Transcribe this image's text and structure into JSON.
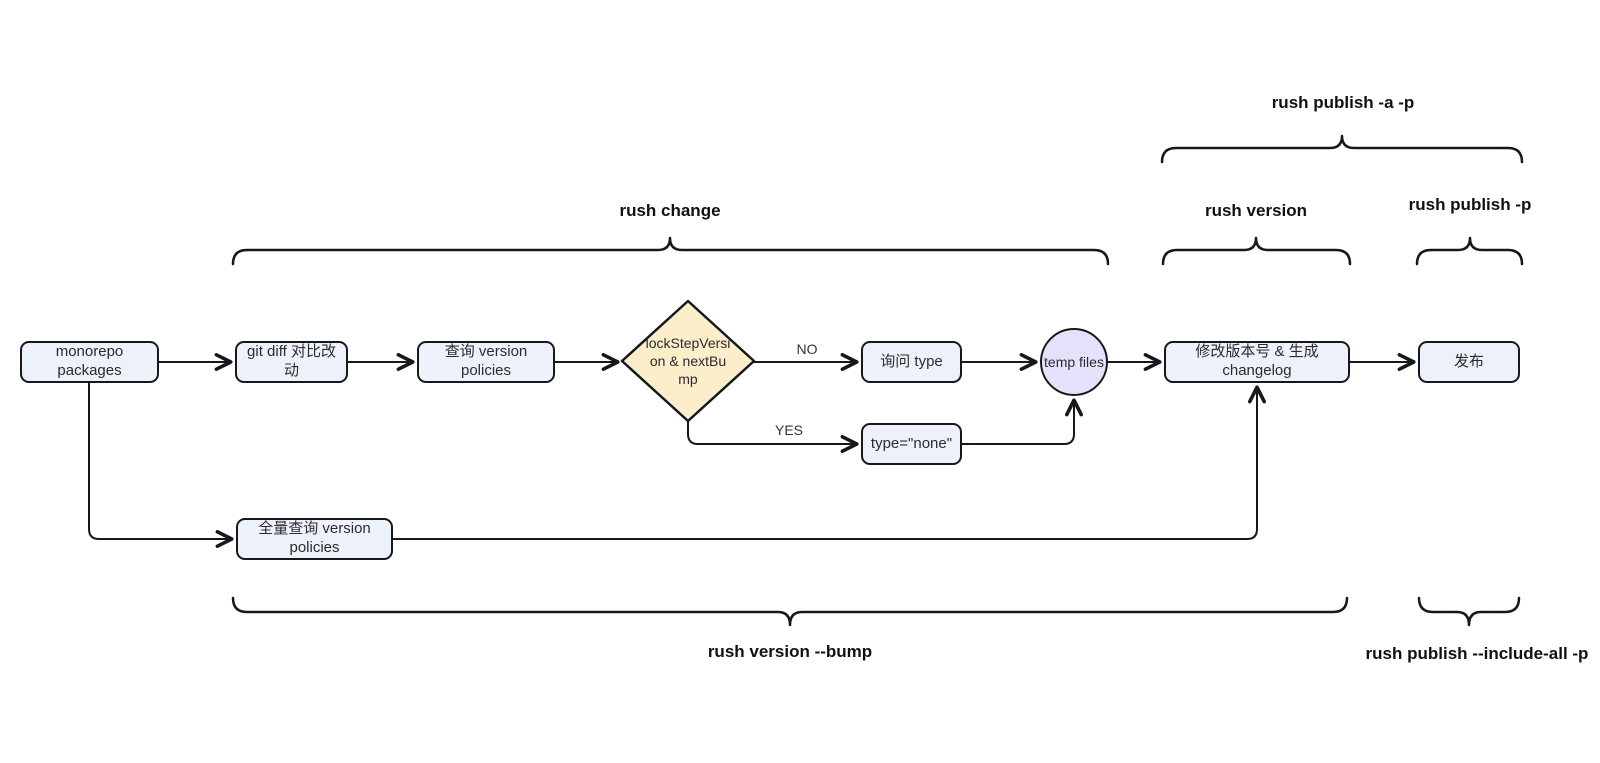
{
  "nodes": {
    "monorepo": {
      "label": "monorepo packages"
    },
    "git_diff": {
      "label": "git diff 对比改动"
    },
    "query_policies": {
      "label": "查询 version policies"
    },
    "decision": {
      "label": "lockStepVersion & nextBump"
    },
    "ask_type": {
      "label": "询问 type"
    },
    "type_none": {
      "label": "type=\"none\""
    },
    "temp_files": {
      "label": "temp files"
    },
    "bump_changelog": {
      "label": "修改版本号 & 生成 changelog"
    },
    "publish": {
      "label": "发布"
    },
    "full_query": {
      "label": "全量查询 version policies"
    }
  },
  "edge_labels": {
    "no": "NO",
    "yes": "YES"
  },
  "braces": {
    "rush_change": "rush change",
    "rush_publish_a_p": "rush publish -a -p",
    "rush_version": "rush version",
    "rush_publish_p": "rush publish -p",
    "rush_version_bump": "rush version --bump",
    "rush_publish_include_all": "rush publish --include-all -p"
  },
  "colors": {
    "background": "#ffffff",
    "node_fill": "#edf1f9",
    "decision_fill": "#fceecb",
    "temp_fill": "#e6e0fa",
    "stroke": "#17181c",
    "text": "#2b2b2b"
  }
}
